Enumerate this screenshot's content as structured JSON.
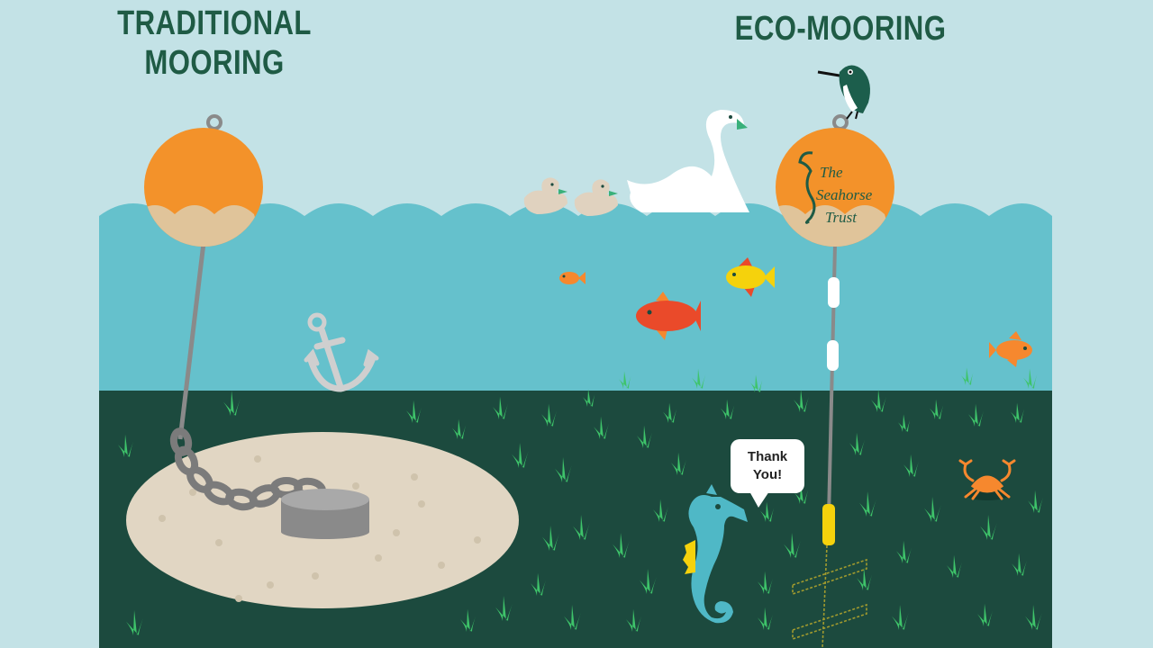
{
  "headings": {
    "traditional_line1": "TRADITIONAL",
    "traditional_line2": "MOORING",
    "eco": "ECO-MOORING"
  },
  "speech_bubble": {
    "line1": "Thank",
    "line2": "You!"
  },
  "buoy_logo": {
    "line1": "The",
    "line2": "Seahorse",
    "line3": "Trust"
  },
  "colors": {
    "sky": "#c3e2e6",
    "water": "#65c1cc",
    "seabed": "#1c4a3e",
    "buoy": "#f3922a",
    "heading": "#1f5b45",
    "grass": "#3ec46a"
  }
}
